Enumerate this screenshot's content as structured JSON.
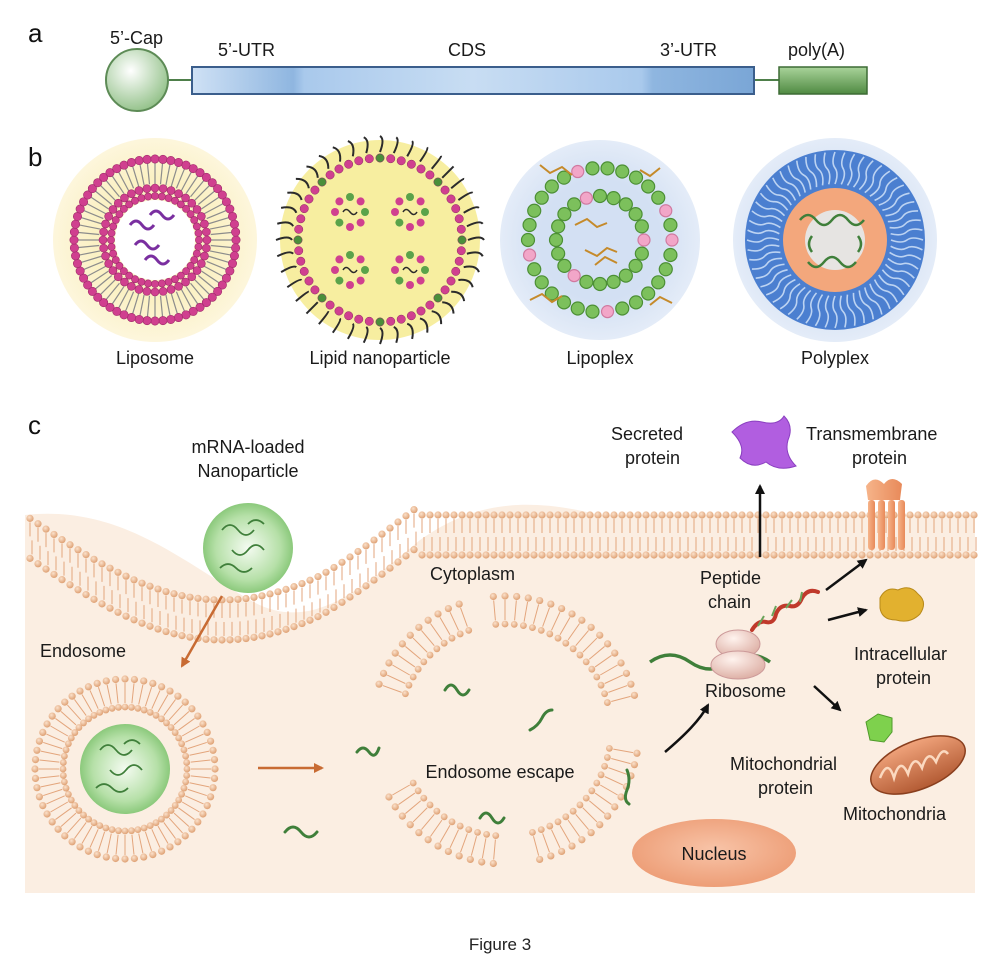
{
  "panel_a": {
    "letter": "a",
    "cap_label": "5’-Cap",
    "utr5_label": "5’-UTR",
    "cds_label": "CDS",
    "utr3_label": "3’-UTR",
    "polya_label": "poly(A)"
  },
  "panel_b": {
    "letter": "b",
    "items": [
      {
        "label": "Liposome"
      },
      {
        "label": "Lipid nanoparticle"
      },
      {
        "label": "Lipoplex"
      },
      {
        "label": "Polyplex"
      }
    ]
  },
  "panel_c": {
    "letter": "c",
    "nanoparticle_line1": "mRNA-loaded",
    "nanoparticle_line2": "Nanoparticle",
    "endosome": "Endosome",
    "cytoplasm": "Cytoplasm",
    "endosome_escape": "Endosome escape",
    "nucleus": "Nucleus",
    "ribosome": "Ribosome",
    "peptide_line1": "Peptide",
    "peptide_line2": "chain",
    "secreted_line1": "Secreted",
    "secreted_line2": "protein",
    "transmembrane_line1": "Transmembrane",
    "transmembrane_line2": "protein",
    "intracellular_line1": "Intracellular",
    "intracellular_line2": "protein",
    "mito_protein_line1": "Mitochondrial",
    "mito_protein_line2": "protein",
    "mitochondria": "Mitochondria"
  },
  "caption": "Figure 3",
  "colors": {
    "cell_bg": "#fbeee2",
    "lipid_head": "#e8a97a",
    "mrna_green": "#3f7f3a",
    "nanoparticle_green": "#a6d89a",
    "cds_blue": "#9cc0e8",
    "polya_green": "#6aa35a",
    "nucleus": "#f0a27c",
    "liposome_pink": "#d0408f"
  }
}
